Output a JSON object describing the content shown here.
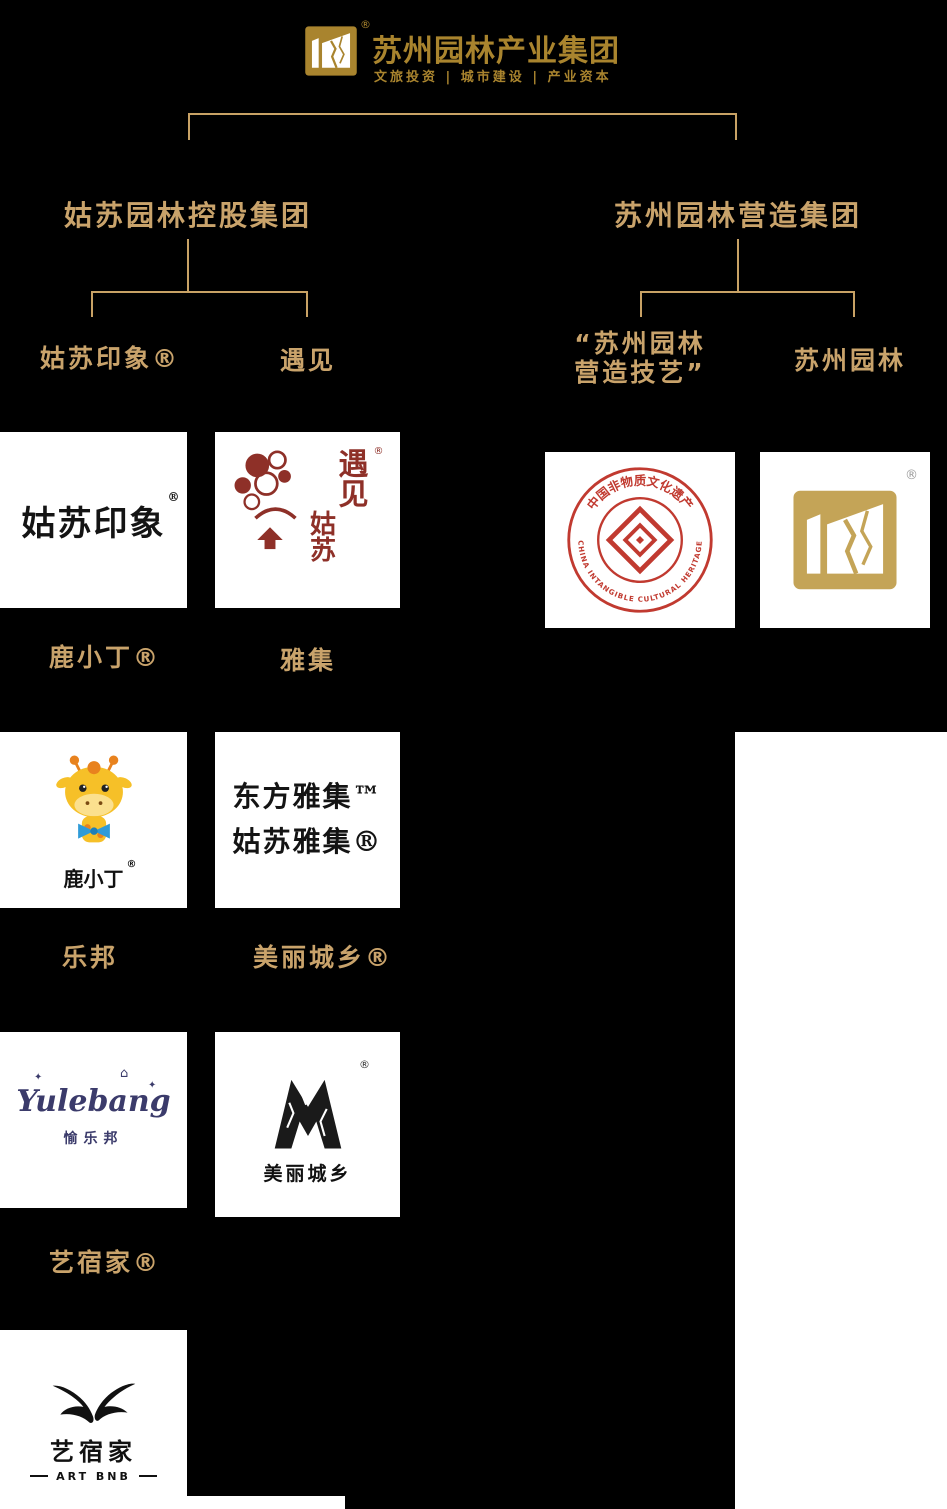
{
  "header": {
    "logo_title": "苏州园林产业集团",
    "logo_reg": "®",
    "logo_subtitle": "文旅投资 | 城市建设 | 产业资本"
  },
  "colors": {
    "background": "#000000",
    "gold_text": "#C9A36B",
    "logo_gold": "#A9842E",
    "connector_line": "#C8A265",
    "heritage_red": "#C13A30",
    "yujian_red": "#8E3028",
    "yulebang_indigo": "#3B3B6B",
    "giraffe_yellow": "#F6C028",
    "giraffe_orange": "#E8821E",
    "bow_blue": "#2F9BD8"
  },
  "org": {
    "group_left": "姑苏园林控股集团",
    "group_right": "苏州园林营造集团",
    "brand_gusu_impression": "姑苏印象®",
    "brand_yujian": "遇见",
    "brand_heritage_line1": "“苏州园林",
    "brand_heritage_line2": "营造技艺”",
    "brand_suzhou_garden": "苏州园林",
    "brand_luxiaoding": "鹿小丁®",
    "brand_yaji": "雅集",
    "brand_lebang": "乐邦",
    "brand_meilichengxiang": "美丽城乡®",
    "brand_yisujia": "艺宿家®"
  },
  "cards": {
    "gusu_impression": {
      "text": "姑苏印象",
      "reg": "®"
    },
    "yujian": {
      "col1": "遇见",
      "col2": "姑苏",
      "reg": "®"
    },
    "heritage": {
      "top": "中国非物质文化遗产",
      "bottom": "CHINA INTANGIBLE CULTURAL HERITAGE"
    },
    "suzhou_garden_logo": {
      "reg": "®"
    },
    "luxiaoding": {
      "text": "鹿小丁",
      "reg": "®"
    },
    "yaji": {
      "line1": "东方雅集™",
      "line2": "姑苏雅集®"
    },
    "yulebang": {
      "script": "Yulebang",
      "cn": "愉乐邦"
    },
    "meilichengxiang": {
      "text": "美丽城乡",
      "reg": "®"
    },
    "yisujia": {
      "cn": "艺宿家",
      "en": "ART BNB"
    }
  }
}
